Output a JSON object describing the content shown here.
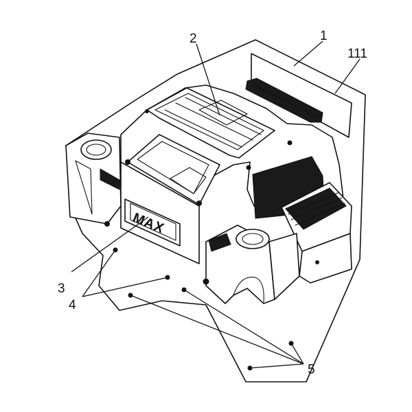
{
  "callouts": {
    "c1": "1",
    "c2": "2",
    "c3": "3",
    "c4": "4",
    "c5": "5",
    "c111": "111"
  },
  "logo": {
    "text": "MAX"
  },
  "colors": {
    "line": "#111111",
    "background": "#ffffff"
  }
}
